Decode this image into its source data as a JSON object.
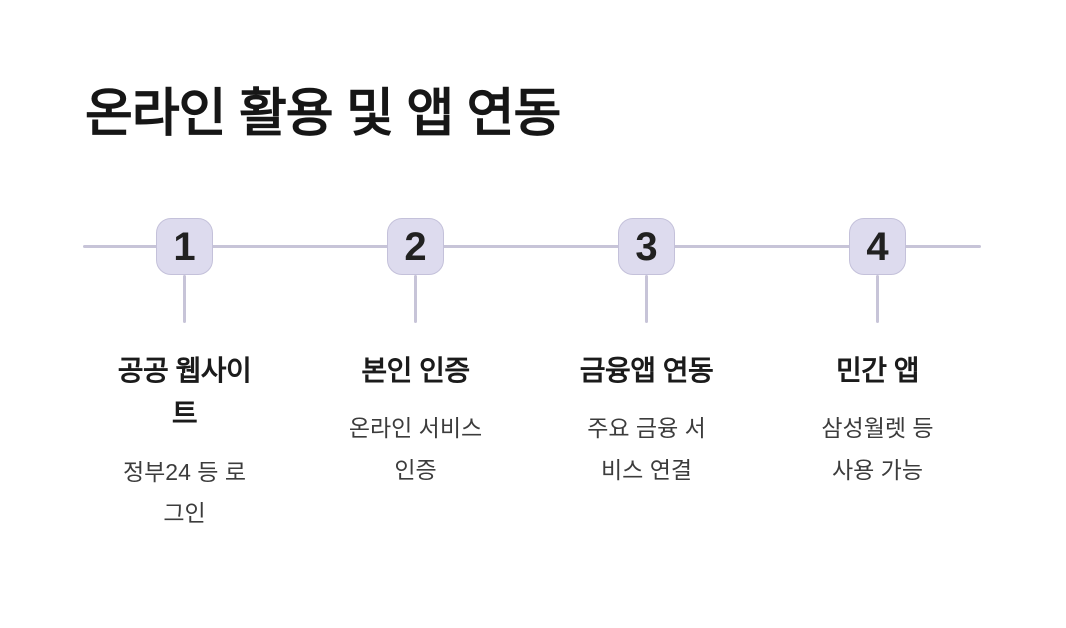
{
  "header": {
    "title": "온라인 활용 및 앱 연동"
  },
  "theme": {
    "background": "#ffffff",
    "axis_line_color": "#c7c4d8",
    "node_fill": "#dddbee",
    "node_border": "#c4c1da",
    "heading_color": "#161616",
    "number_color": "#212121",
    "step_title_color": "#1b1b1b",
    "step_desc_color": "#3c3c3c"
  },
  "timeline": {
    "steps": [
      {
        "number": "1",
        "title": "공공 웹사이트",
        "title_lines": [
          "공공 웹사이",
          "트"
        ],
        "description": "정부24 등 로그인",
        "desc_lines": [
          "정부24 등 로",
          "그인"
        ]
      },
      {
        "number": "2",
        "title": "본인 인증",
        "title_lines": [
          "본인 인증"
        ],
        "description": "온라인 서비스 인증",
        "desc_lines": [
          "온라인 서비스",
          "인증"
        ]
      },
      {
        "number": "3",
        "title": "금융앱 연동",
        "title_lines": [
          "금융앱 연동"
        ],
        "description": "주요 금융 서비스 연결",
        "desc_lines": [
          "주요 금융 서",
          "비스 연결"
        ]
      },
      {
        "number": "4",
        "title": "민간 앱",
        "title_lines": [
          "민간 앱"
        ],
        "description": "삼성월렛 등 사용 가능",
        "desc_lines": [
          "삼성월렛 등",
          "사용 가능"
        ]
      }
    ]
  }
}
